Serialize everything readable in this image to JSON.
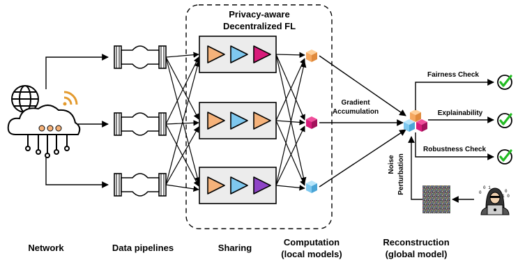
{
  "title": {
    "line1": "Privacy-aware",
    "line2": "Decentralized FL"
  },
  "edge_labels": {
    "gradient_line1": "Gradient",
    "gradient_line2": "Accumulation",
    "noise_line1": "Noise",
    "noise_line2": "Perturbation"
  },
  "checks": {
    "fairness": "Fairness Check",
    "explainability": "Explainability",
    "robustness": "Robustness Check"
  },
  "stages": {
    "network": "Network",
    "pipelines": "Data pipelines",
    "sharing": "Sharing",
    "computation_line1": "Computation",
    "computation_line2": "(local models)",
    "reconstruction_line1": "Reconstruction",
    "reconstruction_line2": "(global model)"
  },
  "colors": {
    "orange": "#f5b27a",
    "blue": "#7ec8ef",
    "magenta": "#d81b7a",
    "purple": "#8e44c7",
    "check_green": "#22bb22",
    "box_fill": "#ececec"
  },
  "icons": [
    "network-cloud-icon",
    "pipe-icon",
    "model-triangle-icon",
    "cube-icon",
    "check-circle-icon",
    "hacker-icon",
    "noise-image-icon"
  ]
}
